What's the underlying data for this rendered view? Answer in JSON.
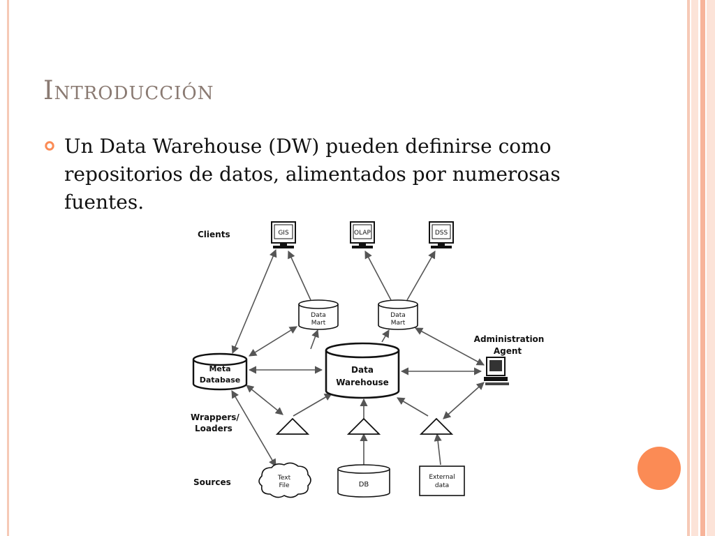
{
  "slide": {
    "title": "Introducción",
    "bullets": [
      "Un Data Warehouse (DW) pueden definirse como repositorios de datos, alimentados por numerosas fuentes."
    ]
  },
  "colors": {
    "accent": "#fb8b55",
    "title": "#8a7a72",
    "stripes": [
      "#f6c9b6",
      "#fce3d8",
      "#f7b49a"
    ]
  },
  "diagram": {
    "row_labels": {
      "clients": "Clients",
      "wrappers": "Wrappers/",
      "loaders": "Loaders",
      "sources": "Sources"
    },
    "clients": [
      "GIS",
      "OLAP",
      "DSS"
    ],
    "data_mart": [
      "Data",
      "Mart"
    ],
    "meta_database": [
      "Meta",
      "Database"
    ],
    "data_warehouse": [
      "Data",
      "Warehouse"
    ],
    "admin_agent": [
      "Administration",
      "Agent"
    ],
    "sources": {
      "text_file": [
        "Text",
        "File"
      ],
      "db": "DB",
      "external": [
        "External",
        "data"
      ]
    }
  }
}
